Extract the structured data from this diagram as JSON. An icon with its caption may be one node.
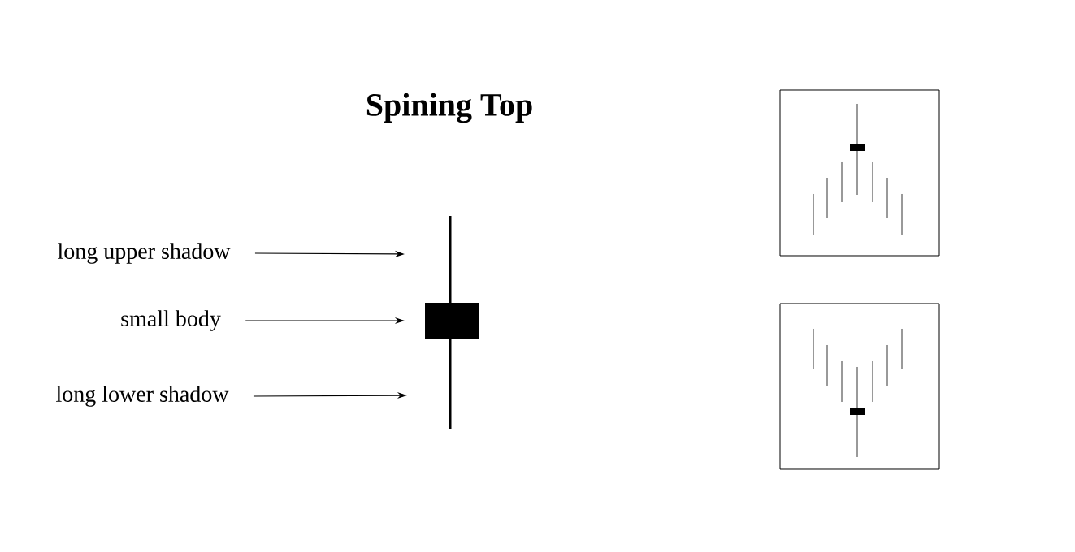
{
  "diagram": {
    "title": "Spining Top",
    "nodes": [
      {
        "text": [
          "long upper shadow"
        ]
      },
      {
        "text": [
          "small body"
        ]
      },
      {
        "text": [
          "long lower shadow"
        ]
      }
    ],
    "edges": [
      {
        "from": 0,
        "to": null,
        "arrow": "to"
      },
      {
        "from": 1,
        "to": null,
        "arrow": "to"
      },
      {
        "from": 2,
        "to": null,
        "arrow": "to"
      }
    ]
  }
}
